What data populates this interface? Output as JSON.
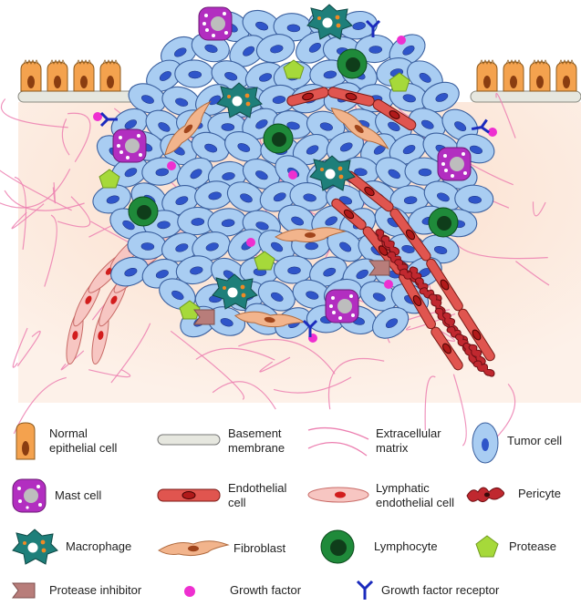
{
  "legend": {
    "normal_epithelial": "Normal epithelial cell",
    "basement_membrane": "Basement membrane",
    "extracellular_matrix": "Extracellular matrix",
    "tumor_cell": "Tumor cell",
    "mast_cell": "Mast cell",
    "endothelial_cell": "Endothelial cell",
    "lymphatic_endothelial": "Lymphatic endothelial cell",
    "pericyte": "Pericyte",
    "macrophage": "Macrophage",
    "fibroblast": "Fibroblast",
    "lymphocyte": "Lymphocyte",
    "protease": "Protease",
    "protease_inhibitor": "Protease inhibitor",
    "growth_factor": "Growth factor",
    "growth_factor_receptor": "Growth factor receptor"
  },
  "colors": {
    "tissue": "#fde9dc",
    "tumor_fill": "#a9cdf2",
    "tumor_nucleus": "#2f55c9",
    "epithelial": "#f4a24e",
    "mast": "#b22ec0",
    "endothelial": "#e0554f",
    "lymphatic": "#f7c6c2",
    "pericyte": "#c0282f",
    "macrophage": "#1e7f7a",
    "fibroblast": "#f2b48c",
    "lymphocyte": "#1f8a3a",
    "protease": "#a6d93a",
    "inhibitor": "#b87d7a",
    "growth_factor": "#ee2fd0",
    "receptor": "#1b2bbd",
    "ecm_fiber": "#ec7fb0"
  }
}
